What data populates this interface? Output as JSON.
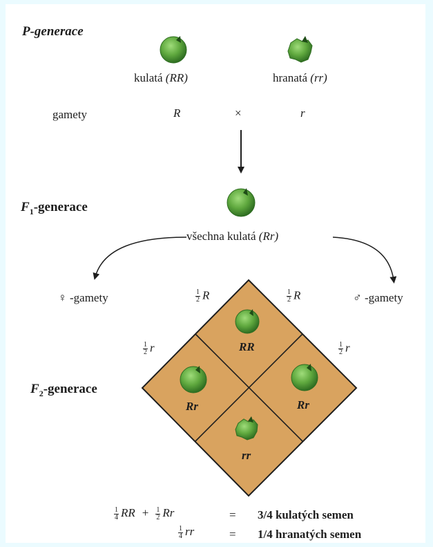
{
  "p_generation": {
    "title": "P-generace",
    "parent_round_label": "kulatá",
    "parent_round_genotype": "(RR)",
    "parent_wrinkled_label": "hranatá",
    "parent_wrinkled_genotype": "(rr)",
    "gametes_label": "gamety",
    "gamete_left": "R",
    "cross_symbol": "×",
    "gamete_right": "r"
  },
  "f1_generation": {
    "title_letter": "F",
    "title_sub": "1",
    "title_rest": "-generace",
    "all_label": "všechna kulatá",
    "all_genotype": "(Rr)"
  },
  "gametes": {
    "female_symbol": "♀",
    "female_label": "-gamety",
    "male_symbol": "♂",
    "male_label": "-gamety",
    "half_num": "1",
    "half_den": "2",
    "top_left": "R",
    "top_right": "R",
    "left": "r",
    "right": "r"
  },
  "f2_generation": {
    "title_letter": "F",
    "title_sub": "2",
    "title_rest": "-generace",
    "cells": {
      "top": "RR",
      "left": "Rr",
      "right": "Rr",
      "bottom": "rr"
    }
  },
  "summary": {
    "quarter_num": "1",
    "quarter_den": "4",
    "line1_term1": "RR",
    "plus": "+",
    "line1_term2": "Rr",
    "equals": "=",
    "line1_result": "3/4 kulatých semen",
    "line2_term": "rr",
    "line2_result": "1/4 hranatých semen"
  },
  "colors": {
    "background": "#ebfbff",
    "punnett_fill": "#d9a35f",
    "pea_green": "#5fa83e"
  }
}
